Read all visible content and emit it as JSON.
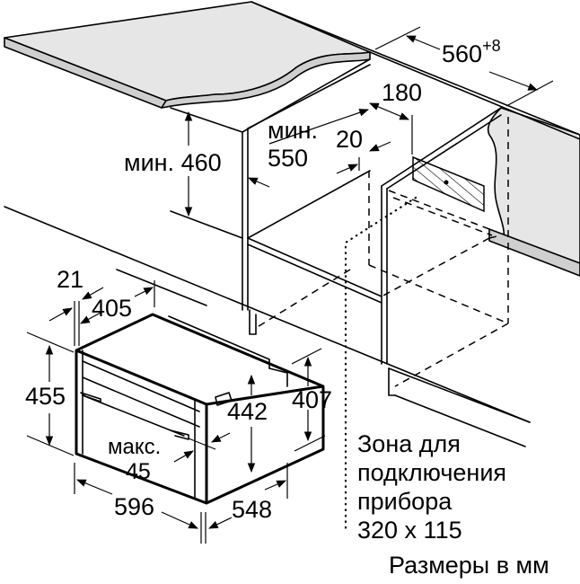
{
  "diagram": {
    "type": "installation-dimensions",
    "subject": "built-in compact oven under countertop",
    "units_note": "Размеры в мм",
    "cabinet_dimensions": {
      "min_height": {
        "prefix": "мин.",
        "value": "460"
      },
      "min_depth": {
        "prefix": "мин.",
        "value": "550"
      },
      "opening_width": {
        "value": "560",
        "tolerance": "+8"
      },
      "connection_offset": {
        "value": "180"
      },
      "rear_gap": {
        "value": "20"
      }
    },
    "appliance_dimensions": {
      "front_panel_thickness": "21",
      "top_depth": "405",
      "front_height": "455",
      "body_height": "442",
      "side_height": "407",
      "door_clearance": {
        "prefix": "макс.",
        "value": "45"
      },
      "width": "596",
      "depth": "548"
    },
    "connection_zone": {
      "lines": [
        "Зона для",
        "подключения",
        "прибора",
        "320 x 115"
      ]
    },
    "colors": {
      "line": "#000000",
      "surface_fill": "#e6e6e6",
      "edge_fill": "#cfcfcf",
      "background": "#ffffff"
    }
  }
}
